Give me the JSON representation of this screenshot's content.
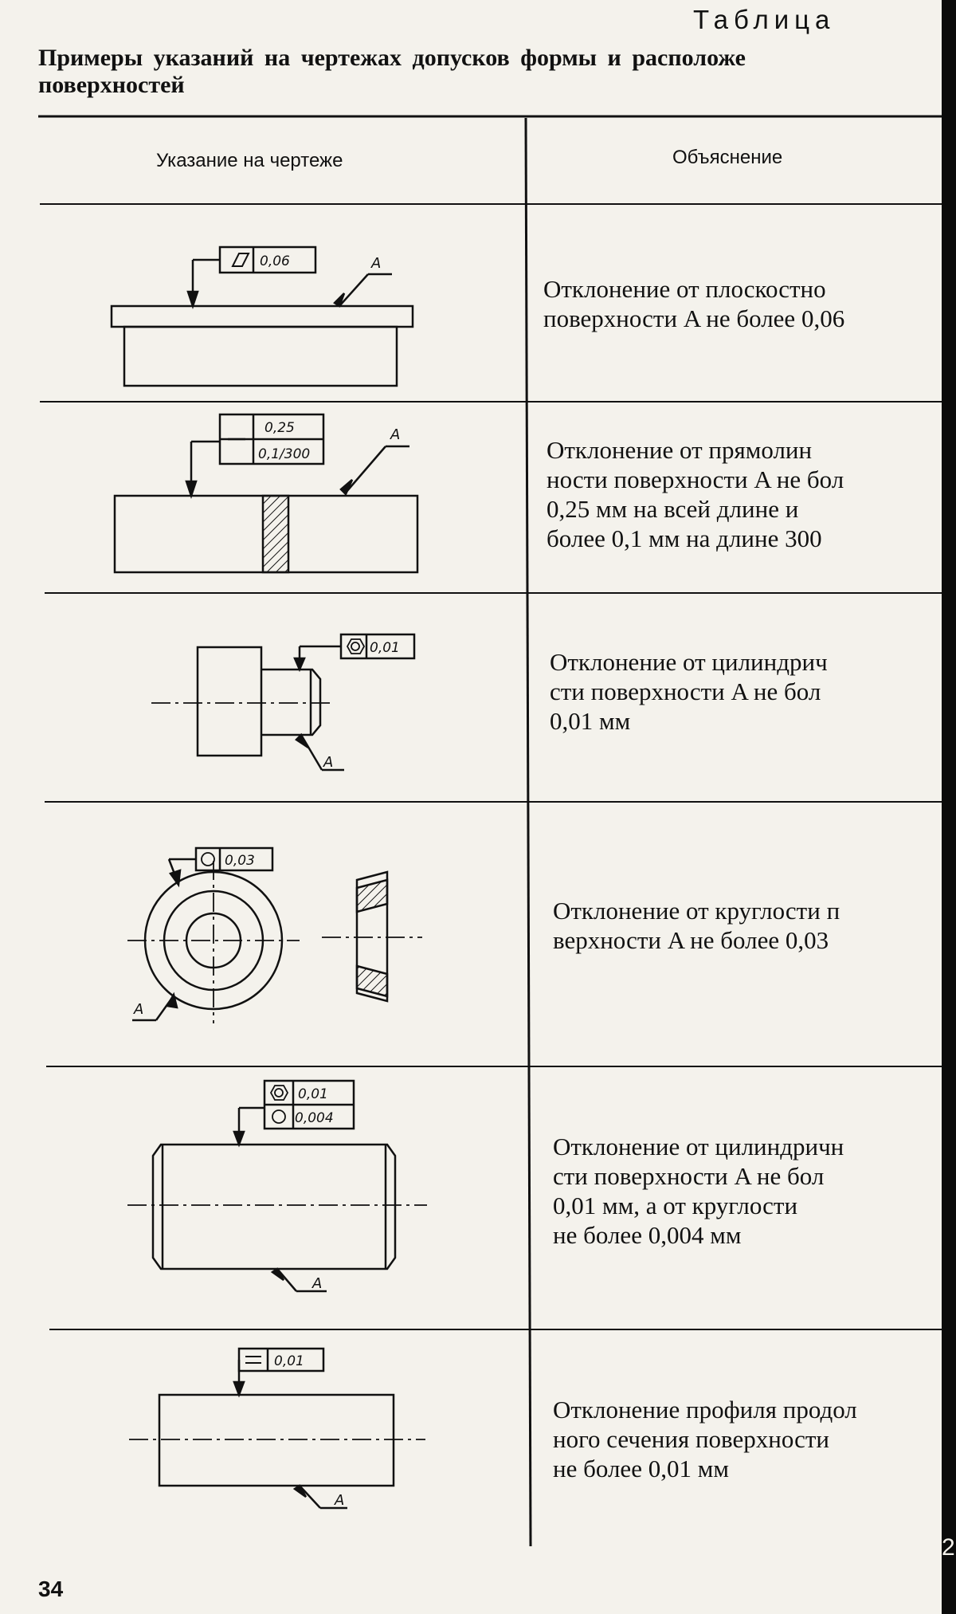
{
  "header": {
    "table_word": "Таблица",
    "title": "Примеры указаний на чертежах допусков формы и расположе поверхностей"
  },
  "columns": {
    "left": "Указание на чертеже",
    "right": "Объяснение"
  },
  "rows": [
    {
      "frame": [
        "0,06"
      ],
      "surface_label": "A",
      "explanation": "Отклонение от плоскостно\nповерхности A не более 0,06"
    },
    {
      "frame": [
        "0,25",
        "0,1/300"
      ],
      "surface_label": "A",
      "explanation": "Отклонение от прямолин\nности поверхности A не бол\n0,25 мм на всей длине и\nболее 0,1 мм на длине 300"
    },
    {
      "frame": [
        "0,01"
      ],
      "surface_label": "A",
      "explanation": "Отклонение от цилиндрич\nсти поверхности A не бол\n0,01 мм"
    },
    {
      "frame": [
        "0,03"
      ],
      "surface_label": "A",
      "explanation": "Отклонение от круглости п\nверхности A не более 0,03"
    },
    {
      "frame": [
        "0,01",
        "0,004"
      ],
      "surface_label": "A",
      "explanation": "Отклонение от цилиндричн\nсти поверхности A не бол\n0,01 мм, а от круглости\nне более 0,004 мм"
    },
    {
      "frame": [
        "0,01"
      ],
      "surface_label": "A",
      "explanation": "Отклонение профиля продол\nного сечения поверхности\nне более 0,01 мм"
    }
  ],
  "footer": {
    "page_number": "34",
    "edge_mark": "2"
  },
  "colors": {
    "paper": "#f4f2ec",
    "ink": "#111111",
    "edge": "#0b0b0b"
  }
}
